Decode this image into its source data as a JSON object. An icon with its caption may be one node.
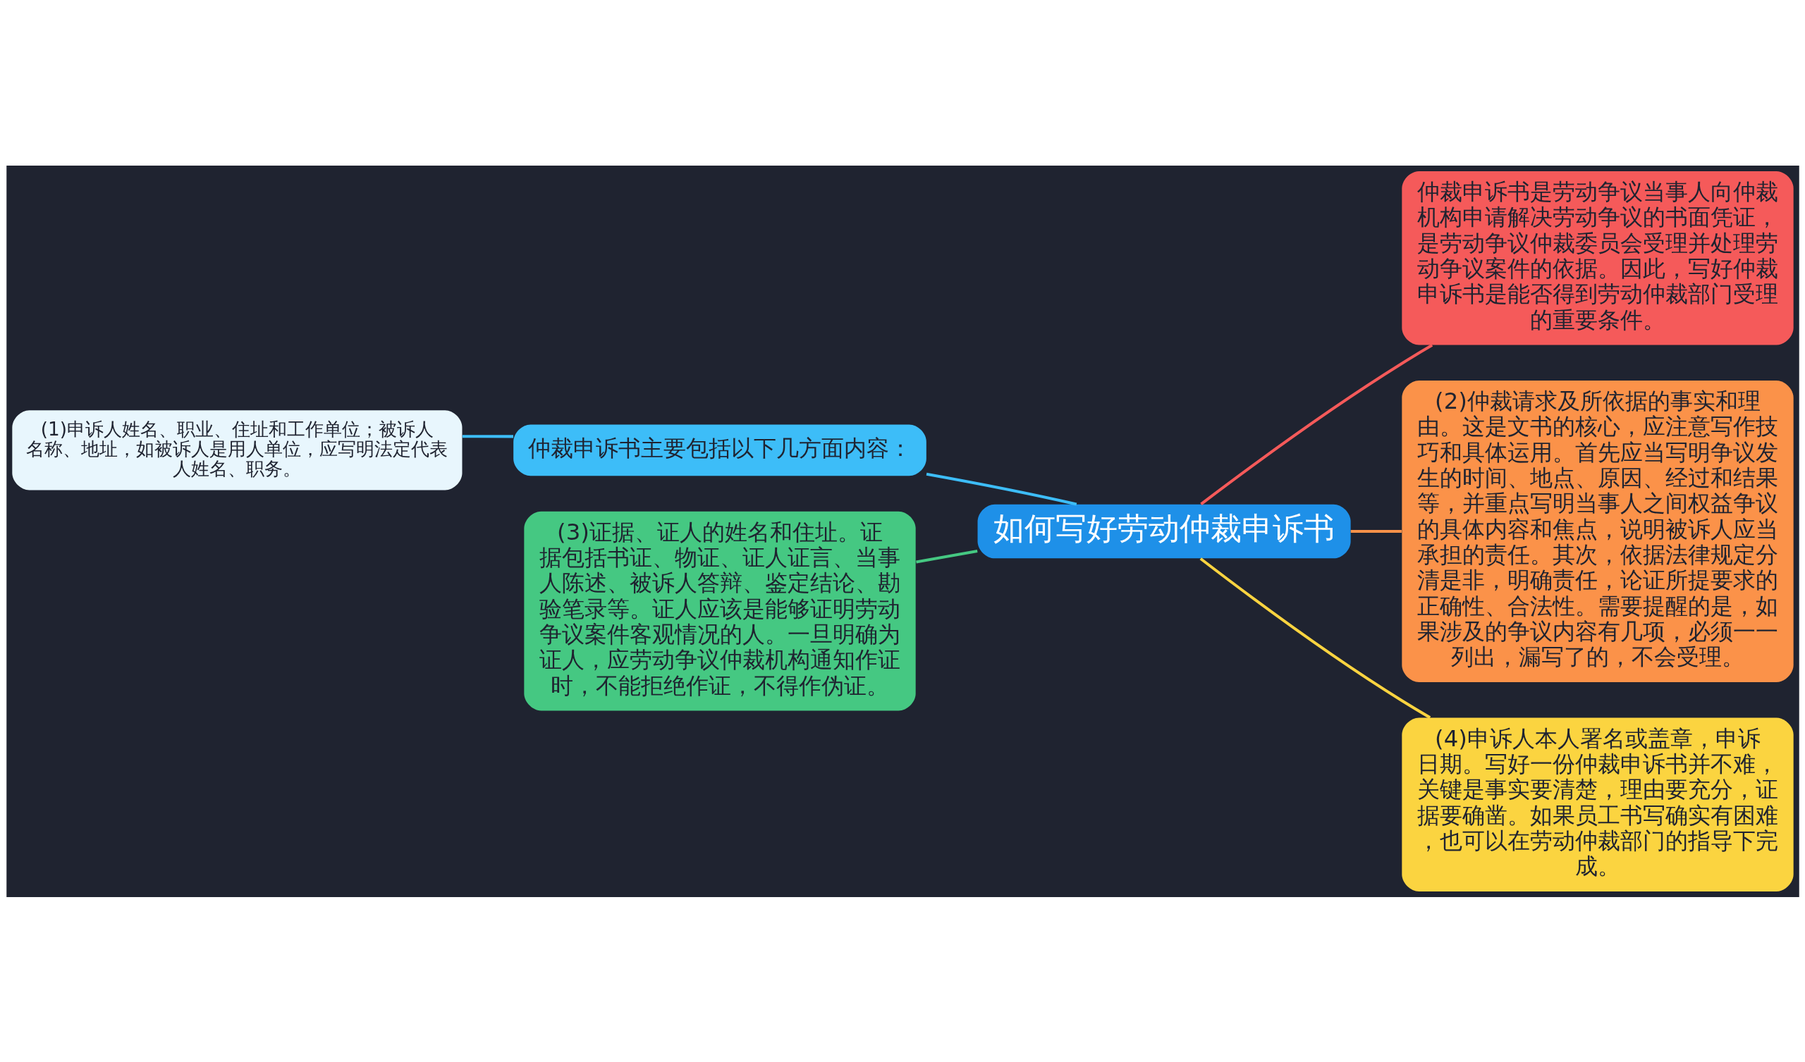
{
  "diagram": {
    "nodes": [
      {
        "text": [
          "如何写好劳动仲裁申诉书"
        ]
      },
      {
        "text": [
          "仲裁申诉书主要包括以下几方面内容："
        ]
      },
      {
        "text": [
          "(1)申诉人姓名、职业、住址和工作单位；被诉人名称、地址，如被诉人是用人单位，应写明法定代表人姓名、职务。"
        ]
      },
      {
        "text": [
          "(3)证据、证人的姓名和住址。证据包括书证、物证、证人证言、当事人陈述、被诉人答辩、鉴定结论、勘验笔录等。证人应该是能够证明劳动争议案件客观情况的人。一旦明确为证人，应劳动争议仲裁机构通知作证时，不能拒绝作证，不得作伪证。"
        ]
      },
      {
        "text": [
          "仲裁申诉书是劳动争议当事人向仲裁机构申请解决劳动争议的书面凭证，是劳动争议仲裁委员会受理并处理劳动争议案件的依据。因此，写好仲裁申诉书是能否得到劳动仲裁部门受理的重要条件。"
        ]
      },
      {
        "text": [
          "(2)仲裁请求及所依据的事实和理由。这是文书的核心，应注意写作技巧和具体运用。首先应当写明争议发生的时间、地点、原因、经过和结果等，并重点写明当事人之间权益争议的具体内容和焦点，说明被诉人应当承担的责任。其次，依据法律规定分清是非，明确责任，论证所提要求的正确性、合法性。需要提醒的是，如果涉及的争议内容有几项，必须一一列出，漏写了的，不会受理。"
        ]
      },
      {
        "text": [
          "(4)申诉人本人署名或盖章，申诉日期。写好一份仲裁申诉书并不难，关键是事实要清楚，理由要充分，证据要确凿。如果员工书写确实有困难，也可以在劳动仲裁部门的指导下完成。"
        ]
      }
    ],
    "edges": [
      {
        "from": 0,
        "to": 1,
        "arrow": "none",
        "color": "#3dbdf8"
      },
      {
        "from": 1,
        "to": 2,
        "arrow": "none",
        "color": "#3dbdf8"
      },
      {
        "from": 0,
        "to": 3,
        "arrow": "none",
        "color": "#45c882"
      },
      {
        "from": 0,
        "to": 4,
        "arrow": "none",
        "color": "#f55a5a"
      },
      {
        "from": 0,
        "to": 5,
        "arrow": "none",
        "color": "#fb9249"
      },
      {
        "from": 0,
        "to": 6,
        "arrow": "none",
        "color": "#fbd440"
      }
    ]
  }
}
